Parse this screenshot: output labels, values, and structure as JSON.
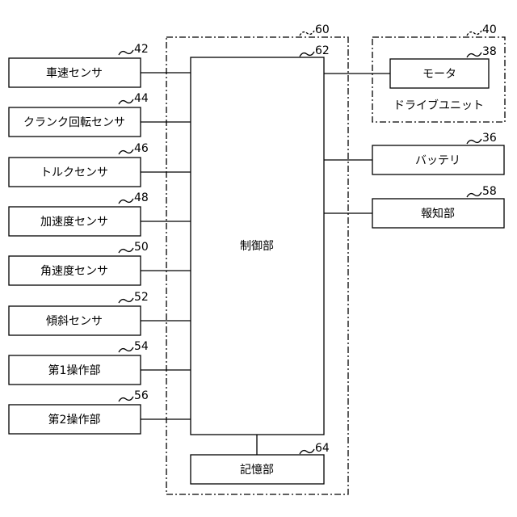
{
  "sensors": [
    {
      "label": "車速センサ",
      "ref": "42"
    },
    {
      "label": "クランク回転センサ",
      "ref": "44"
    },
    {
      "label": "トルクセンサ",
      "ref": "46"
    },
    {
      "label": "加速度センサ",
      "ref": "48"
    },
    {
      "label": "角速度センサ",
      "ref": "50"
    },
    {
      "label": "傾斜センサ",
      "ref": "52"
    },
    {
      "label": "第1操作部",
      "ref": "54"
    },
    {
      "label": "第2操作部",
      "ref": "56"
    }
  ],
  "control_unit": {
    "ref": "60"
  },
  "controller": {
    "label": "制御部",
    "ref": "62"
  },
  "memory": {
    "label": "記憶部",
    "ref": "64"
  },
  "drive_unit": {
    "label": "ドライブユニット",
    "ref": "40"
  },
  "motor": {
    "label": "モータ",
    "ref": "38"
  },
  "battery": {
    "label": "バッテリ",
    "ref": "36"
  },
  "notify": {
    "label": "報知部",
    "ref": "58"
  }
}
